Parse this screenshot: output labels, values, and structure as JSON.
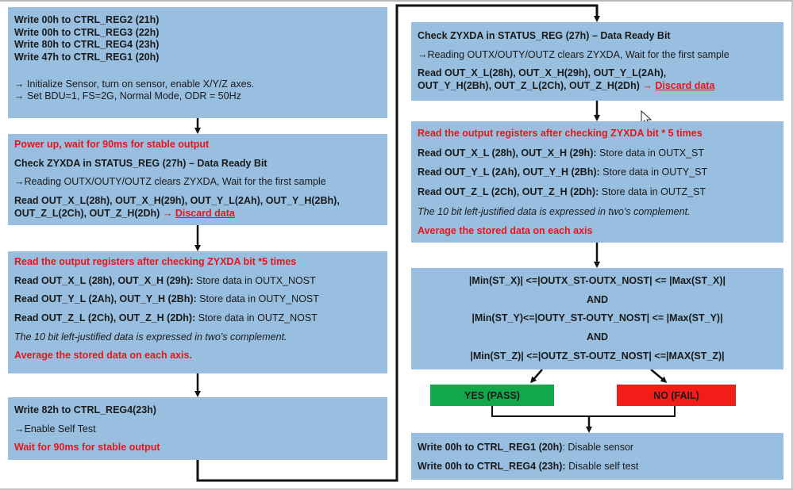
{
  "box1": {
    "line1": "Write 00h to CTRL_REG2 (21h)",
    "line2": "Write 00h to CTRL_REG3 (22h)",
    "line3": "Write 80h to CTRL_REG4 (23h)",
    "line4": "Write 47h to CTRL_REG1 (20h)",
    "note1": "→ Initialize Sensor, turn on sensor, enable X/Y/Z axes.",
    "note2": "→ Set BDU=1, FS=2G, Normal Mode, ODR = 50Hz"
  },
  "box2": {
    "header": "Power up, wait for 90ms for stable output",
    "check": "Check ZYXDA in STATUS_REG (27h) – Data Ready Bit",
    "note": "→Reading OUTX/OUTY/OUTZ clears ZYXDA, Wait for the first sample",
    "read1": "Read OUT_X_L(28h), OUT_X_H(29h), OUT_Y_L(2Ah), OUT_Y_H(2Bh),",
    "read2": "OUT_Z_L(2Ch), OUT_Z_H(2Dh)",
    "arrow": "→",
    "discard": "Discard data"
  },
  "box3": {
    "header": "Read the output registers after checking ZYXDA bit *5 times",
    "r1_bold": "Read OUT_X_L (28h), OUT_X_H (29h):",
    "r1_text": " Store data in OUTX_NOST",
    "r2_bold": "Read OUT_Y_L (2Ah), OUT_Y_H (2Bh):",
    "r2_text": " Store data in OUTY_NOST",
    "r3_bold": "Read OUT_Z_L (2Ch), OUT_Z_H (2Dh):",
    "r3_text": " Store data in OUTZ_NOST",
    "italic": "The 10 bit left-justified data is expressed in two's complement.",
    "average": "Average the stored data on each axis."
  },
  "box4": {
    "line1": "Write 82h to CTRL_REG4(23h)",
    "note": "→Enable Self Test",
    "wait": "Wait for 90ms for stable output"
  },
  "box5": {
    "check": "Check ZYXDA in STATUS_REG (27h) – Data Ready Bit",
    "note": "→Reading OUTX/OUTY/OUTZ clears ZYXDA, Wait for the first sample",
    "read1": "Read OUT_X_L(28h), OUT_X_H(29h), OUT_Y_L(2Ah),",
    "read2": "OUT_Y_H(2Bh), OUT_Z_L(2Ch), OUT_Z_H(2Dh)",
    "arrow": "→",
    "discard": "Discard data"
  },
  "box6": {
    "header": "Read the output registers after checking ZYXDA bit * 5 times",
    "r1_bold": "Read OUT_X_L (28h), OUT_X_H (29h):",
    "r1_text": " Store data in OUTX_ST",
    "r2_bold": "Read OUT_Y_L (2Ah), OUT_Y_H (2Bh):",
    "r2_text": " Store data in OUTY_ST",
    "r3_bold": "Read OUT_Z_L (2Ch), OUT_Z_H (2Dh):",
    "r3_text": " Store data in OUTZ_ST",
    "italic": "The 10 bit left-justified data is expressed in two's complement.",
    "average": "Average the stored data on each axis"
  },
  "box7": {
    "cond1": "|Min(ST_X)| <=|OUTX_ST-OUTX_NOST| <= |Max(ST_X)|",
    "and1": "AND",
    "cond2": "|Min(ST_Y)<=|OUTY_ST-OUTY_NOST| <= |Max(ST_Y)|",
    "and2": "AND",
    "cond3": "|Min(ST_Z)| <=|OUTZ_ST-OUTZ_NOST| <=|MAX(ST_Z)|"
  },
  "pass_label": "YES (PASS)",
  "fail_label": "NO (FAIL)",
  "box8": {
    "l1_bold": "Write 00h to CTRL_REG1 (20h)",
    "l1_text": ": Disable sensor",
    "l2_bold": "Write 00h to CTRL_REG4 (23h):",
    "l2_text": " Disable self test"
  },
  "colors": {
    "box_fill": "#99bfe0",
    "emphasis_red": "#e8141b",
    "pass_green": "#12a84a",
    "fail_red": "#f21c18",
    "connector": "#111111"
  }
}
